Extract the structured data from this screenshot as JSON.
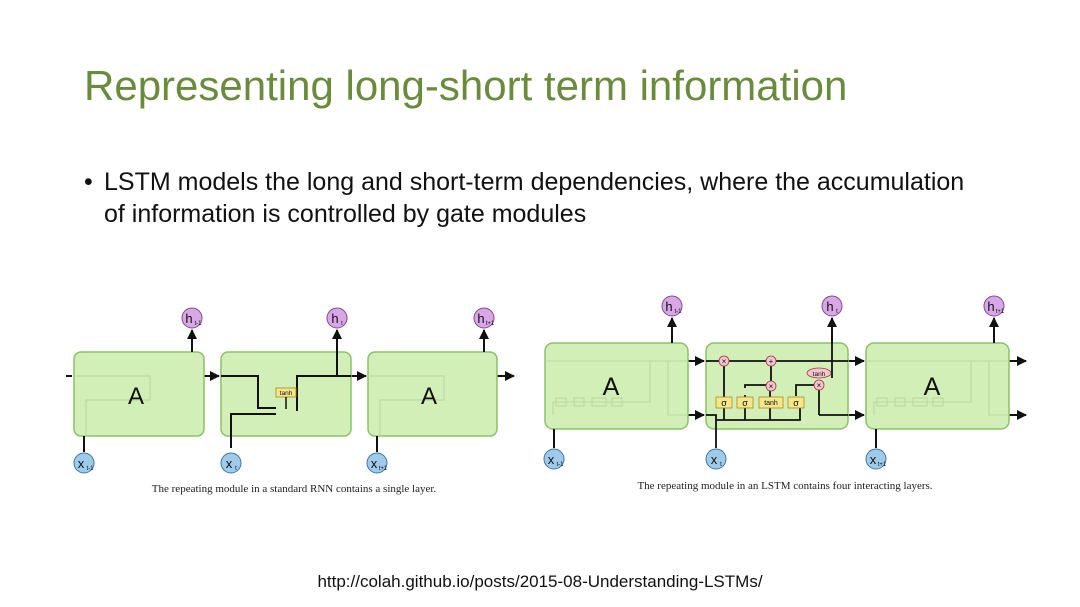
{
  "slide": {
    "title": "Representing long-short term information",
    "bullet": "LSTM models the long and short-term dependencies, where the accumulation of information is controlled by gate modules",
    "url": "http://colah.github.io/posts/2015-08-Understanding-LSTMs/"
  },
  "rnn_figure": {
    "caption": "The repeating module in a standard RNN contains a single layer.",
    "module_label": "A",
    "layer_label": "tanh",
    "inputs": [
      {
        "base": "x",
        "sub": "t-1"
      },
      {
        "base": "x",
        "sub": "t"
      },
      {
        "base": "x",
        "sub": "t+1"
      }
    ],
    "outputs": [
      {
        "base": "h",
        "sub": "t-1"
      },
      {
        "base": "h",
        "sub": "t"
      },
      {
        "base": "h",
        "sub": "t+1"
      }
    ]
  },
  "lstm_figure": {
    "caption": "The repeating module in an LSTM contains four interacting layers.",
    "module_label": "A",
    "layers": [
      "σ",
      "σ",
      "tanh",
      "σ"
    ],
    "pointwise_ops": [
      "×",
      "+",
      "×",
      "×"
    ],
    "pointwise_tanh": "tanh",
    "inputs": [
      {
        "base": "x",
        "sub": "t-1"
      },
      {
        "base": "x",
        "sub": "t"
      },
      {
        "base": "x",
        "sub": "t+1"
      }
    ],
    "outputs": [
      {
        "base": "h",
        "sub": "t-1"
      },
      {
        "base": "h",
        "sub": "t"
      },
      {
        "base": "h",
        "sub": "t+1"
      }
    ]
  },
  "colors": {
    "title": "#6a8a3c",
    "module_fill": "#d3efb8",
    "module_stroke": "#8cc06a",
    "input_node": "#9fcbea",
    "output_node": "#d9a6e6",
    "layer_box": "#f6e58a"
  }
}
